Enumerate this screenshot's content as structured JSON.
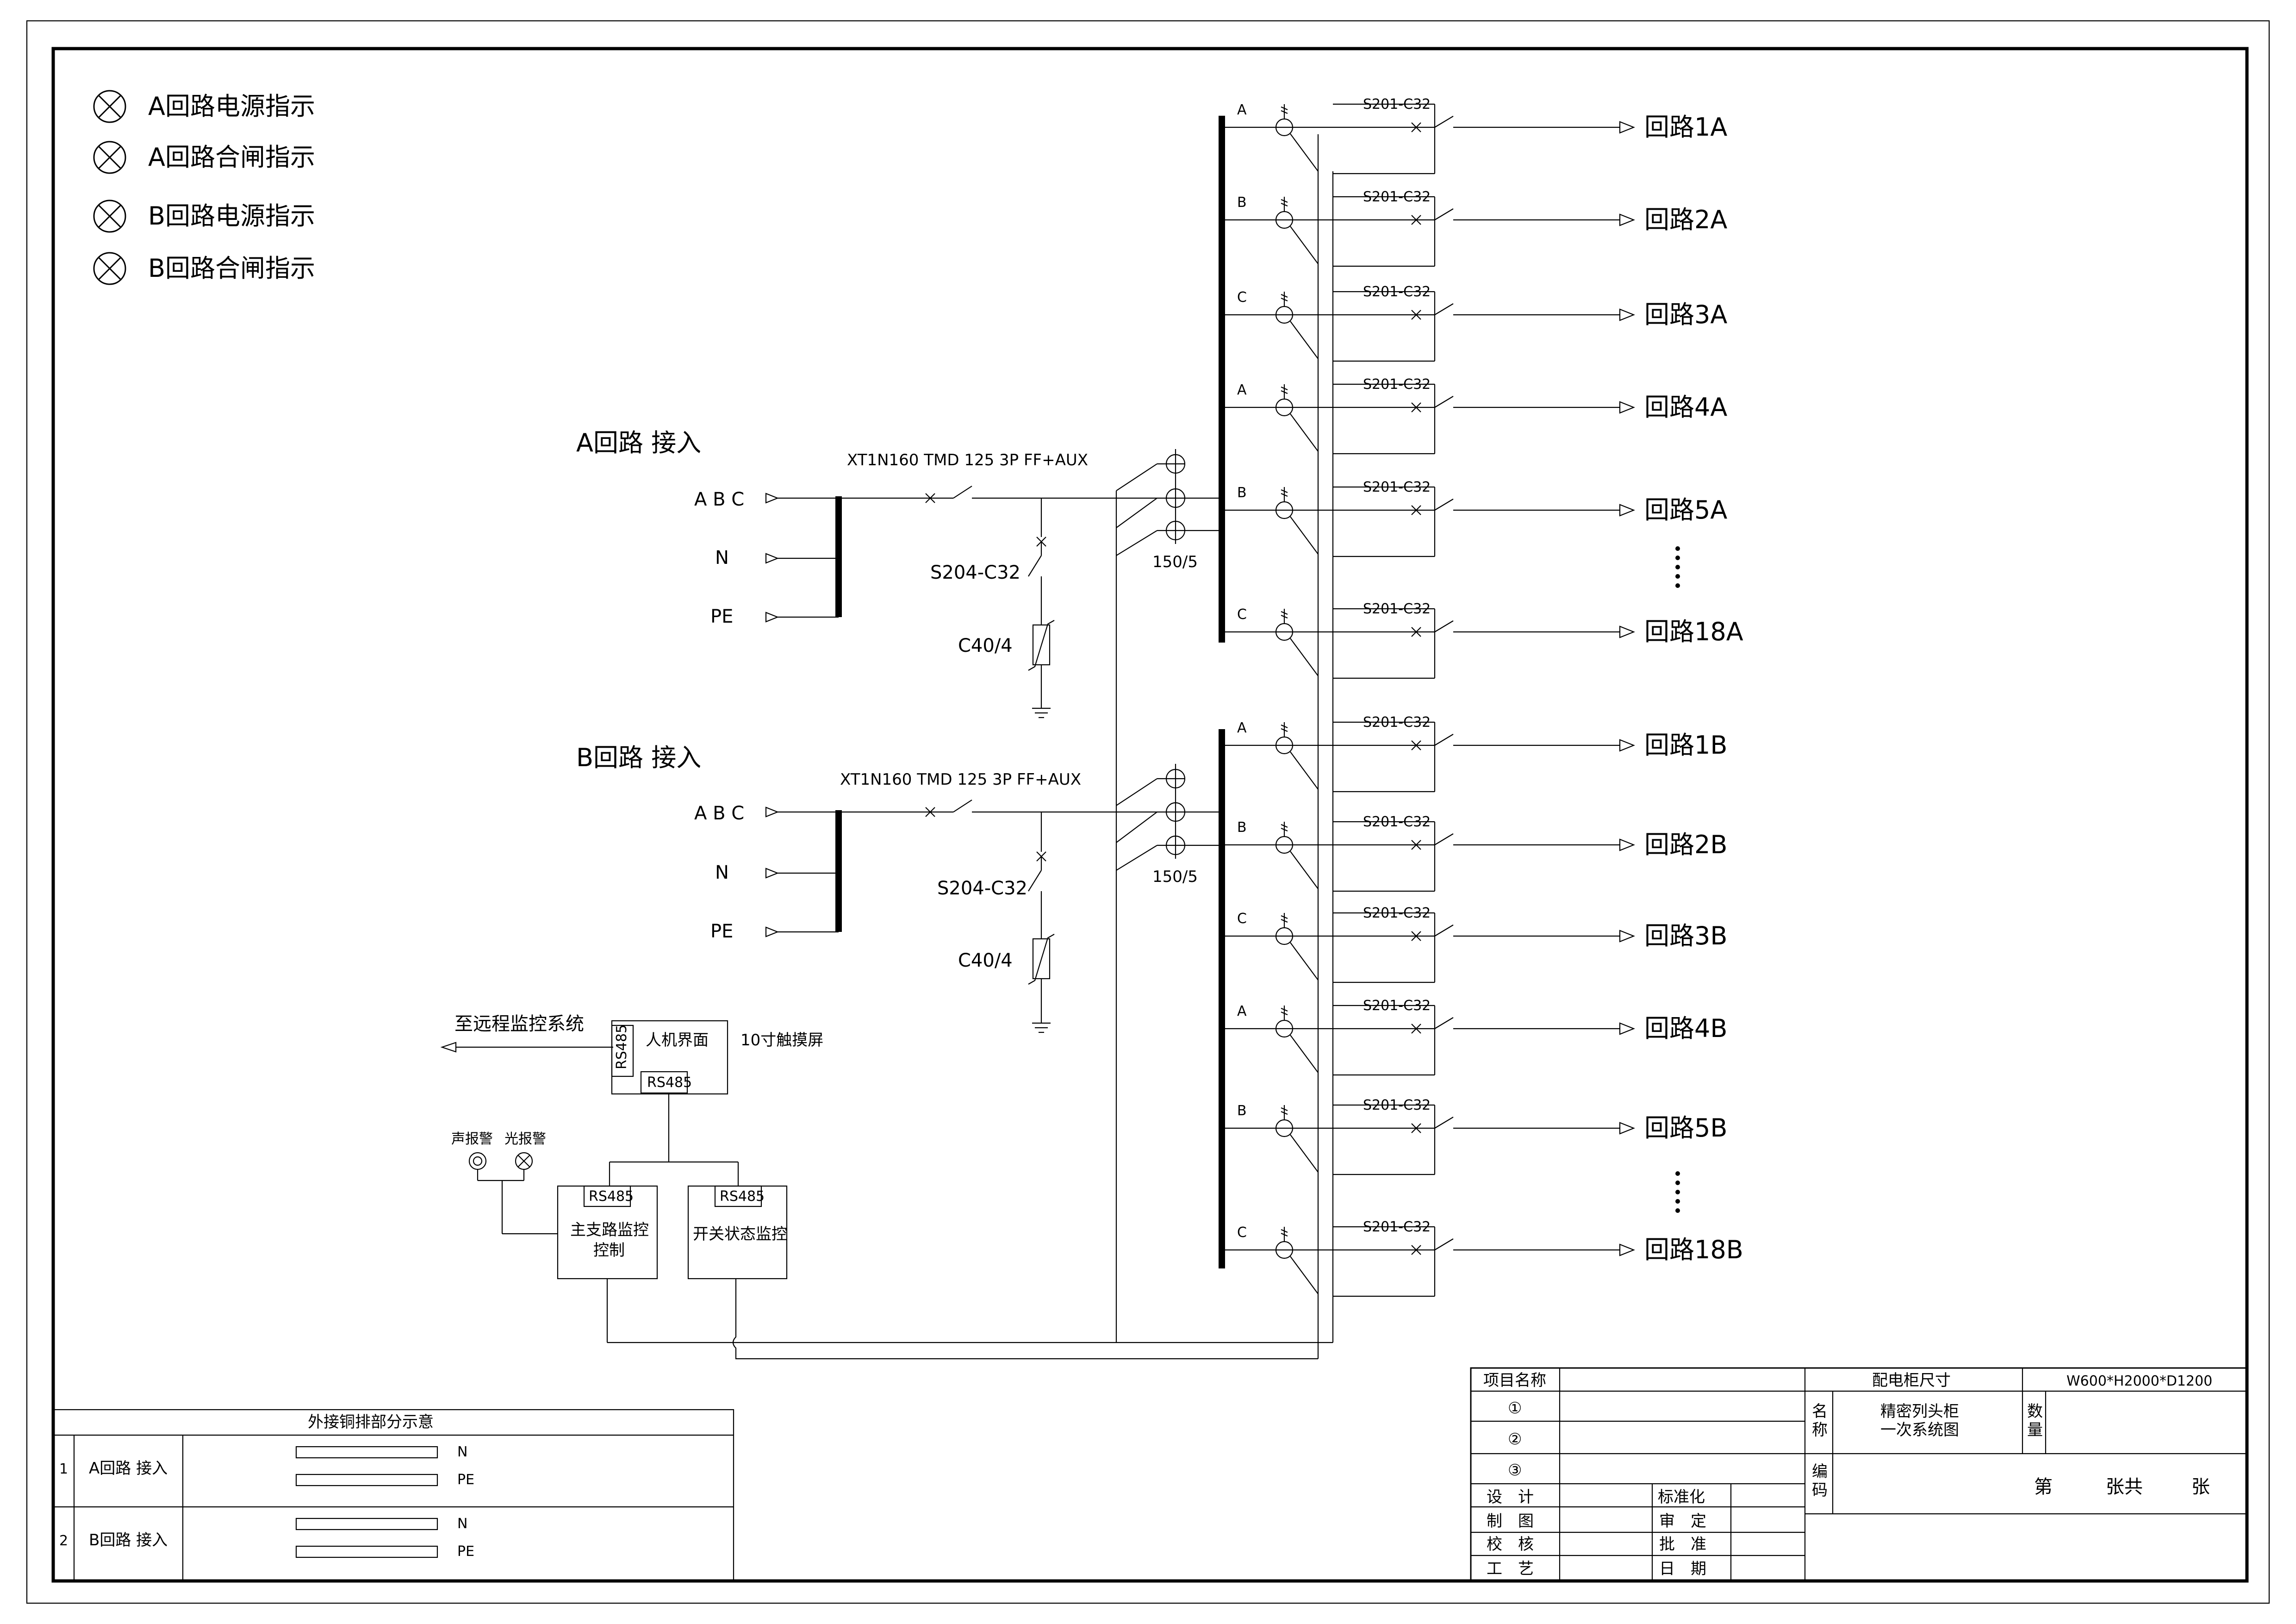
{
  "indicators": [
    "A回路电源指示",
    "A回路合闸指示",
    "B回路电源指示",
    "B回路合闸指示"
  ],
  "incomers": [
    {
      "title": "A回路 接入",
      "phase_label": "A B C",
      "n_label": "N",
      "pe_label": "PE",
      "breaker": "XT1N160 TMD 125 3P FF+AUX",
      "spd_breaker": "S204-C32",
      "spd": "C40/4",
      "ct": "150/5"
    },
    {
      "title": "B回路 接入",
      "phase_label": "A B C",
      "n_label": "N",
      "pe_label": "PE",
      "breaker": "XT1N160 TMD 125 3P FF+AUX",
      "spd_breaker": "S204-C32",
      "spd": "C40/4",
      "ct": "150/5"
    }
  ],
  "feeder_breaker": "S201-C32",
  "feeders_a": [
    {
      "phase": "A",
      "label": "回路1A"
    },
    {
      "phase": "B",
      "label": "回路2A"
    },
    {
      "phase": "C",
      "label": "回路3A"
    },
    {
      "phase": "A",
      "label": "回路4A"
    },
    {
      "phase": "B",
      "label": "回路5A"
    },
    {
      "phase": "C",
      "label": "回路18A"
    }
  ],
  "feeders_b": [
    {
      "phase": "A",
      "label": "回路1B"
    },
    {
      "phase": "B",
      "label": "回路2B"
    },
    {
      "phase": "C",
      "label": "回路3B"
    },
    {
      "phase": "A",
      "label": "回路4B"
    },
    {
      "phase": "B",
      "label": "回路5B"
    },
    {
      "phase": "C",
      "label": "回路18B"
    }
  ],
  "monitor": {
    "remote": "至远程监控系统",
    "hmi": "人机界面",
    "rs485": "RS485",
    "touchscreen": "10寸触摸屏",
    "sound_alarm": "声报警",
    "light_alarm": "光报警",
    "main_ctrl_line1": "主支路监控",
    "main_ctrl_line2": "控制",
    "switch_ctrl": "开关状态监控"
  },
  "copper_table": {
    "title": "外接铜排部分示意",
    "rows": [
      {
        "no": "1",
        "name": "A回路 接入",
        "n": "N",
        "pe": "PE"
      },
      {
        "no": "2",
        "name": "B回路 接入",
        "n": "N",
        "pe": "PE"
      }
    ]
  },
  "title_block": {
    "project_name": "项目名称",
    "cabinet_size_label": "配电柜尺寸",
    "cabinet_size": "W600*H2000*D1200",
    "rev1": "①",
    "rev2": "②",
    "rev3": "③",
    "name_label1": "名",
    "name_label2": "称",
    "drawing_name_line1": "精密列头柜",
    "drawing_name_line2": "一次系统图",
    "qty_label1": "数",
    "qty_label2": "量",
    "code_label1": "编",
    "code_label2": "码",
    "sheet_1": "第",
    "sheet_2": "张共",
    "sheet_3": "张",
    "design": "设　计",
    "standardize": "标准化",
    "draw": "制　图",
    "review": "审　定",
    "check": "校　核",
    "approve": "批　准",
    "craft": "工　艺",
    "date": "日　期"
  }
}
